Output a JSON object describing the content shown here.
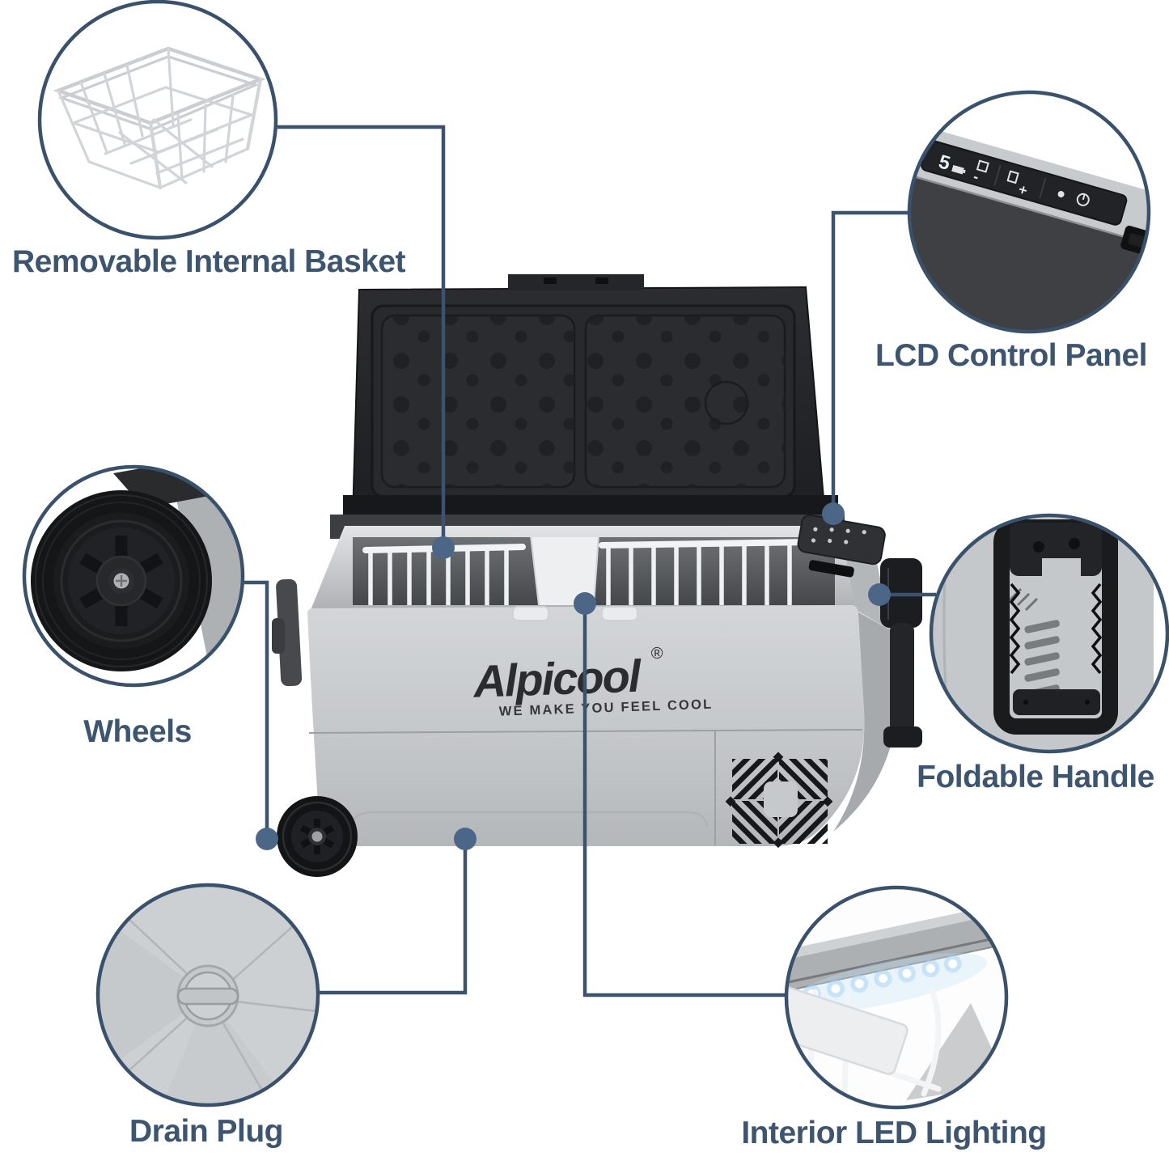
{
  "page": {
    "background": "#ffffff",
    "accent_color": "#3e556f",
    "connector_dot_color": "#4c6687"
  },
  "product": {
    "brand": "Alpicool",
    "registered_mark": "®",
    "tagline": "WE MAKE YOU FEEL COOL",
    "control_panel": {
      "display_value": "5",
      "plus": "+",
      "minus": "-"
    }
  },
  "features": [
    {
      "id": "removable-internal-basket",
      "label": "Removable Internal Basket"
    },
    {
      "id": "lcd-control-panel",
      "label": "LCD Control Panel"
    },
    {
      "id": "wheels",
      "label": "Wheels"
    },
    {
      "id": "foldable-handle",
      "label": "Foldable Handle"
    },
    {
      "id": "drain-plug",
      "label": "Drain Plug"
    },
    {
      "id": "interior-led-lighting",
      "label": "Interior LED Lighting"
    }
  ]
}
